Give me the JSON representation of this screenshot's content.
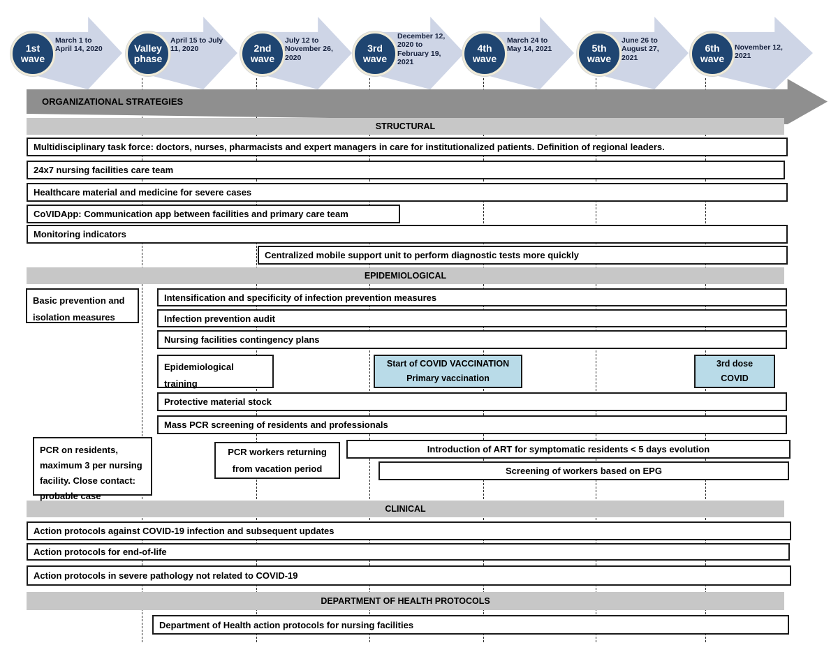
{
  "timeline": {
    "waves": [
      {
        "label": "1st wave",
        "date": "March 1 to April 14, 2020"
      },
      {
        "label": "Valley phase",
        "date": "April 15 to July 11, 2020"
      },
      {
        "label": "2nd wave",
        "date": "July 12 to November 26, 2020"
      },
      {
        "label": "3rd wave",
        "date": "December 12, 2020 to February 19, 2021"
      },
      {
        "label": "4th wave",
        "date": "March 24 to May 14, 2021"
      },
      {
        "label": "5th wave",
        "date": "June 26 to August 27, 2021"
      },
      {
        "label": "6th wave",
        "date": "November 12, 2021"
      }
    ]
  },
  "org_bar": {
    "label": "ORGANIZATIONAL STRATEGIES"
  },
  "structural": {
    "header": "STRUCTURAL",
    "rows": [
      "Multidisciplinary task force: doctors, nurses, pharmacists and expert managers in care for institutionalized patients. Definition of regional leaders.",
      "24x7 nursing facilities care team",
      "Healthcare material and medicine for severe cases",
      "CoVIDApp: Communication app between facilities and primary care team",
      "Monitoring indicators",
      "Centralized mobile support unit to perform diagnostic tests more quickly"
    ]
  },
  "epidemiological": {
    "header": "EPIDEMIOLOGICAL",
    "side_box": "Basic prevention and isolation measures",
    "rows": [
      "Intensification and specificity of infection prevention measures",
      "Infection prevention audit",
      "Nursing facilities contingency plans"
    ],
    "training_box": "Epidemiological training",
    "vaccination_box": {
      "line1": "Start of COVID VACCINATION",
      "line2": "Primary vaccination"
    },
    "third_dose_box": {
      "line1": "3rd dose",
      "line2": "COVID"
    },
    "protective_stock": "Protective material stock",
    "mass_pcr": "Mass PCR screening of residents and professionals",
    "pcr_residents": "PCR on residents, maximum 3 per nursing facility. Close contact: probable case",
    "pcr_workers": "PCR workers returning from vacation period",
    "art_box": "Introduction of ART for symptomatic residents < 5 days evolution",
    "screening_epg": "Screening of workers based on EPG"
  },
  "clinical": {
    "header": "CLINICAL",
    "rows": [
      "Action protocols against COVID-19 infection and subsequent updates",
      "Action protocols for end-of-life",
      "Action protocols in severe pathology not related to COVID-19"
    ]
  },
  "department": {
    "header": "DEPARTMENT OF HEALTH PROTOCOLS",
    "row": "Department of Health action protocols for nursing facilities"
  },
  "colors": {
    "navy": "#1f4571",
    "wave-arrow": "#ced5e6",
    "circle-ring": "#f0ebd8",
    "dark-arrow": "#8f8f8f",
    "header-bar": "#c7c7c7",
    "light-blue": "#b9dbe8",
    "box-border": "#1a1a1a",
    "date-ink": "#16213d"
  }
}
